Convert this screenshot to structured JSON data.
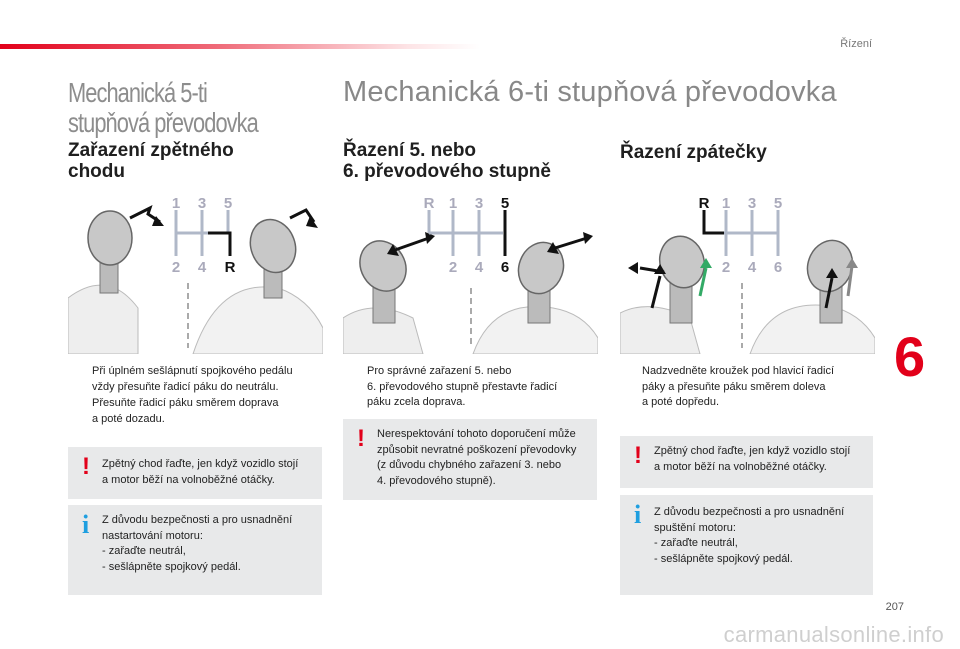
{
  "header": {
    "chapter": "Řízení"
  },
  "left_title": "Mechanická 5-ti stupňová převodovka",
  "main_title": "Mechanická 6-ti stupňová převodovka",
  "sections": [
    {
      "heading_line1": "Zařazení zpětného",
      "heading_line2": "chodu"
    },
    {
      "heading_line1": "Řazení 5. nebo",
      "heading_line2": "6. převodového stupně"
    },
    {
      "heading_line1": "Řazení zpátečky",
      "heading_line2": ""
    }
  ],
  "figures": {
    "fig1": {
      "top": [
        "1",
        "3",
        "5"
      ],
      "bottom": [
        "2",
        "4",
        "R"
      ]
    },
    "fig2": {
      "top": [
        "R",
        "1",
        "3",
        "5"
      ],
      "bottom": [
        "2",
        "4",
        "6"
      ]
    },
    "fig3": {
      "top": [
        "R",
        "1",
        "3",
        "5"
      ],
      "bottom": [
        "2",
        "4",
        "6"
      ]
    }
  },
  "bullets": {
    "col1": [
      {
        "marker": "",
        "line1": "Při úplném sešlápnutí spojkového pedálu",
        "line2": "vždy přesuňte řadicí páku do neutrálu."
      },
      {
        "marker": "",
        "line1": "Přesuňte řadicí páku směrem doprava",
        "line2": "a poté dozadu."
      }
    ],
    "col2": [
      {
        "marker": "",
        "line1": "Pro správné zařazení 5. nebo",
        "line2": "6. převodového stupně přestavte řadicí",
        "line3": "páku zcela doprava."
      }
    ],
    "col3": [
      {
        "marker": "",
        "line1": "Nadzvedněte kroužek pod hlavicí řadicí",
        "line2": "páky a přesuňte páku směrem doleva",
        "line3": "a poté dopředu."
      }
    ]
  },
  "notes": {
    "warn1": {
      "mark": "!",
      "line1": "Zpětný chod řaďte, jen když vozidlo stojí",
      "line2": "a motor běží na volnoběžné otáčky."
    },
    "info1": {
      "mark": "i",
      "line1": "Z důvodu bezpečnosti a pro usnadnění",
      "line2": "nastartování motoru:",
      "dash1": "-   zařaďte neutrál,",
      "dash2": "-   sešlápněte spojkový pedál."
    },
    "warn2": {
      "mark": "!",
      "line1": "Nerespektování tohoto doporučení může",
      "line2": "způsobit nevratné poškození převodovky",
      "line3": "(z důvodu chybného zařazení 3. nebo",
      "line4": "4. převodového stupně)."
    },
    "warn3": {
      "mark": "!",
      "line1": "Zpětný chod řaďte, jen když vozidlo stojí",
      "line2": "a motor běží na volnoběžné otáčky."
    },
    "info2": {
      "mark": "i",
      "line1": "Z důvodu bezpečnosti a pro usnadnění",
      "line2": "spuštění motoru:",
      "dash1": "-   zařaďte neutrál,",
      "dash2": "-   sešlápněte spojkový pedál."
    }
  },
  "chapter_number": "6",
  "page_number": "207",
  "watermark": "carmanualsonline.info",
  "colors": {
    "accent": "#e2001a",
    "info": "#1f9fe0",
    "note_bg": "#e8e9ea"
  }
}
